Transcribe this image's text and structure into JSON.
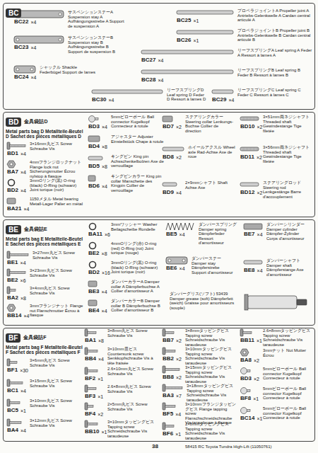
{
  "diagram": {
    "nodes": [
      {
        "text": [
          "BC"
        ]
      },
      {
        "text": [
          "BD",
          "金具袋詰D",
          "Metal parts bag D Metallteile-Beutel D Sachet des pièces métalliques D"
        ]
      },
      {
        "text": [
          "BE",
          "金具袋詰E",
          "Metal parts bag E Metallteile-Beutel E Sachet des pièces métalliques E"
        ]
      },
      {
        "text": [
          "BF",
          "金具袋詰F",
          "Metal parts bag F Metallteile-Beutel F Sachet des pièces métalliques F"
        ]
      }
    ],
    "labels": [
      "BC22",
      "×4",
      "サスペンションステーA Suspension stay A Aufhängungsstrebe A Support de suspension A",
      "BC23",
      "×4",
      "サスペンションステーB Suspension stay B Aufhängungsstrebe B Support de suspension B",
      "BC24",
      "×4",
      "シャックル Shackle Federbügel Support de lames",
      "BC30",
      "×4",
      "リーフスプリングD Leaf spring D Feder D Ressort à lames D",
      "BC25",
      "×1",
      "プロペラジョイントA Propeller joint A Antriebs-Gelenkwelle A Cardan central articulé A",
      "BC26",
      "×1",
      "プロペラジョイントB Propeller joint B Antriebs-Gelenkwelle B Cardan central articulé B",
      "BC27",
      "×4",
      "リーフスプリングA Leaf spring A Feder A Ressort à lames A",
      "BC28",
      "×4",
      "リーフスプリングB Leaf spring B Feder B Ressort à lames B",
      "BC29",
      "×4",
      "リーフスプリングC Leaf spring C Feder C Ressort à lames C",
      "BD1",
      "×4",
      "3×16mm丸ビス Screw Schraube Vis",
      "BA7",
      "×4",
      "4mmフランジロックナット Flange lock nut Sicherungsmutter Écrou nylstop à flasque",
      "BD2",
      "×4",
      "3mmOリング(黒) O-ring (black) O-Ring (schwarz) Joint torique (noir)",
      "BA21",
      "×4",
      "1150メタル Metal bearing Metall-Lager Palier en métal",
      "BD3",
      "×4",
      "5mmピローボール Ball connector Kugelkopf Connecteur à rotule",
      "BD4",
      "×8",
      "アジャスター Adjuster Einstellstück Chape à rotule",
      "BD5",
      "×8",
      "キングピン King pin Achsschenkelbolzen Axe de verrouillage",
      "BD6",
      "×4",
      "キングピンカラー King pin collar Manschette des Kingpin Collier de verrouillage",
      "BD7",
      "×2",
      "ステアリングカラー Steering collar Lenkungs-Buchse Collier de direction",
      "BD8",
      "×2",
      "ホイールアクスル Wheel axle Rad-Achse Axe de roue",
      "BD9",
      "×4",
      "2×9mmシャフト Shaft Achse Axe",
      "BD10",
      "×2",
      "3×51mm両ネジシャフト Threaded shaft Gewindestange Tige filetée",
      "BD11",
      "×2",
      "3×56mm両ネジシャフト Threaded shaft Gewindestange Tige filetée",
      "BD12",
      "×2",
      "ステアリングロッド Steering rod Lenkgestänge Barre d'accouplement",
      "BE1",
      "×4",
      "3×27mm丸ビス Screw Schraube Vis",
      "BE2",
      "×6",
      "3×23mm丸ビス Screw Schraube Vis",
      "BA2",
      "×8",
      "3×4mm丸ビス Screw Schraube Vis",
      "BB14",
      "×4",
      "3mmフランジナット Flange nut Flanschmutter Écrou à flasque",
      "BA11",
      "×6",
      "3mmワッシャー Washer Beilagscheibe Rondelle",
      "BE2",
      "×8",
      "4mmOリング(赤) O-ring (red) O-Ring (rot) Joint torique (rouge)",
      "BD2",
      "×16",
      "3mmOリング(黒) O-ring (black) O-Ring (schwarz) Joint torique (noir)",
      "BE3",
      "×4",
      "ダンパーカラーA Damper collar A Dämpferbuchse A Collier d'amortisseur A",
      "BE4",
      "×4",
      "ダンパーカラーB Damper collar B Dämpferbuchse B Collier d'amortisseur B",
      "BE5",
      "×4",
      "ダンパースプリング Damper spring Dämpferfeder Ressort d'amortisseur",
      "BE6",
      "×4",
      "ダンパーステー Damper stay Dämpferstrebe Support d'amortisseur",
      "BE7",
      "×4",
      "ダンパーシリンダー Damper cylinder Dämpfer-Zylinder Corps d'amortisseur",
      "BE8",
      "×4",
      "ダンパーシャフト Damper shaft Dämpferstange Axe d'amortisseur",
      "BF1",
      "×30",
      "3×6mm丸ビス Screw Schraube Vis",
      "BC1",
      "×4",
      "3×15mm丸ビス Screw Schraube Vis",
      "BC5",
      "×1",
      "3×10mm丸ビス Screw Schraube Vis",
      "BA4",
      "×4",
      "3×12mm丸ビス Screw Schraube Vis",
      "BA1",
      "×8",
      "3×8mm丸ビス Screw Schraube Vis",
      "BB4",
      "×4",
      "3×10mm皿ビス Countersunk screw Senkkopfschraube Vis à tête fraisée",
      "BF2",
      "×1",
      "2.6×10mm丸ビス Screw Schraube Vis",
      "BF3",
      "×1",
      "2.6×8mm丸ビス Screw Schraube Vis",
      "BF4",
      "×2",
      "2×5mm丸ビス Screw Schraube Vis",
      "BB10",
      "×1",
      "3×10mmタッピングビス Tapping screw Schneidschraube Vis taraudeuse",
      "BB7",
      "×2",
      "3×8mmタッピングビス Tapping screw Schneidschraube Vis taraudeuse",
      "BB2",
      "×2",
      "3×10mmタッピングビス Tapping screw Schneidschraube Vis taraudeuse",
      "BB8",
      "×2",
      "3×15mmタッピングビス Tapping screw Schneidschraube Vis taraudeuse",
      "BA3",
      "×7",
      "3×18mmタッピングビス Tapping screw Schneidschraube Vis taraudeuse",
      "BF5",
      "×4",
      "3×10mmフランジタッピングビス Flange tapping screw Flanschschneidschraube Vis taraudeuse à flasque",
      "BF6",
      "×1",
      "2×8mmタッピングビス Tapping screw Schneidschraube Vis taraudeuse",
      "BB11",
      "×1",
      "2.6×8mmタッピングビス Tapping screw Schneidschraube Vis taraudeuse",
      "BA8",
      "×2",
      "3mmナット Nut Mutter Écrou",
      "BD3",
      "×2",
      "5mmピローボール Ball connector Kugelkopf Connecteur à rotule",
      "BF8",
      "×1",
      "5mmピローボール Ball connector Kugelkopf Connecteur à rotule",
      "BC14",
      "×1",
      "5mmピローボール Ball connector Kugelkopf Connecteur à rotule",
      "ダンパーグリス(ソフト) 53439 Damper grease (soft) Dämpferfett (weich) Graisse pour amortisseurs (souple)",
      "38",
      "58415 RC Toyota Tundra High-Lift (11050761)"
    ]
  }
}
